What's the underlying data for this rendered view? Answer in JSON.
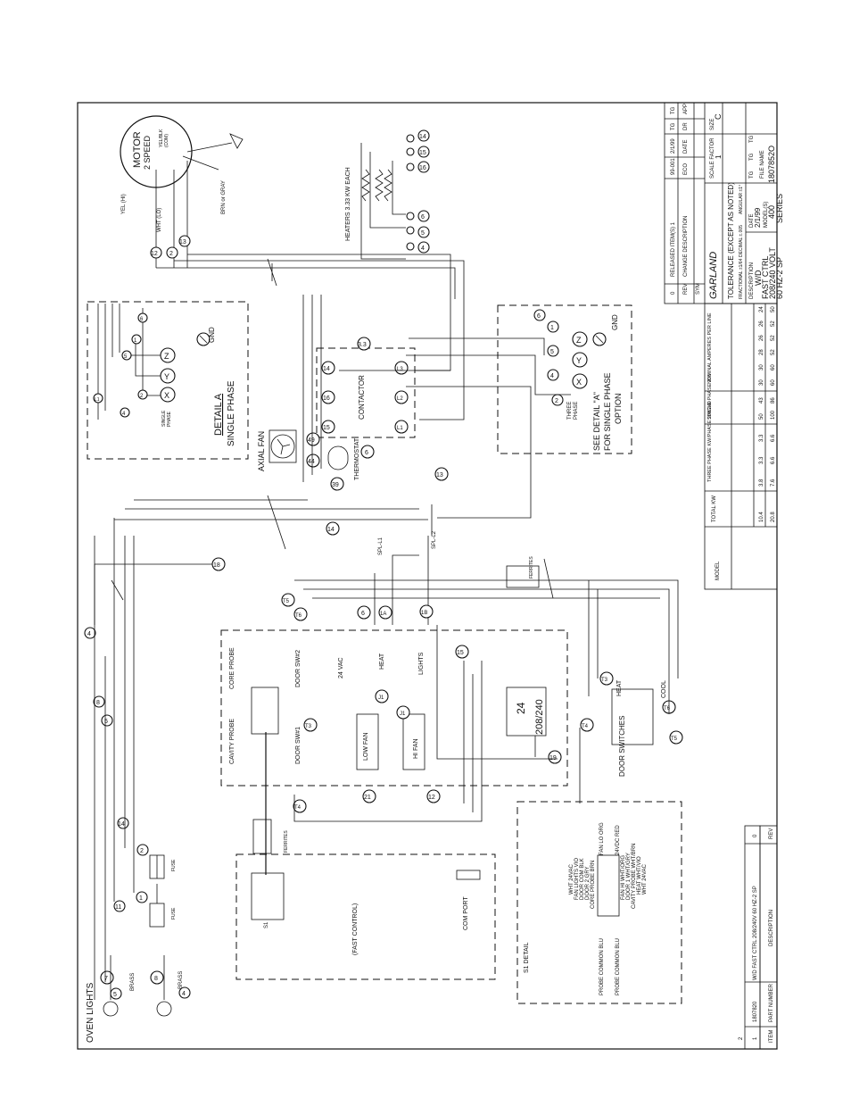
{
  "labels": {
    "motor": "MOTOR",
    "motor_speed": "2 SPEED",
    "yel_hi": "YEL (HI)",
    "wht_lo": "WHT (LO)",
    "yel_blk_com": "YEL/BLK",
    "com": "(COM)",
    "brn_gray": "BRN or GRAY",
    "heaters": "HEATERS 3.33 KW EACH",
    "detail_a": "DETAIL A",
    "single_phase": "SINGLE PHASE",
    "single": "SINGLE",
    "phase": "PHASE",
    "gnd": "GND",
    "axial_fan": "AXIAL FAN",
    "thermostat": "THERMOSTAT",
    "contactor": "CONTACTOR",
    "three": "THREE",
    "see_detail": "SEE DETAIL \"A\"",
    "for_single_phase": "FOR SINGLE PHASE",
    "option": "OPTION",
    "spl_l1": "SPL-L1",
    "spl_l2": "SPL-L2",
    "ferrites": "FERRITES",
    "core_probe": "CORE PROBE",
    "cavity_probe": "CAVITY PROBE",
    "door_sw2": "DOOR SW#2",
    "door_sw1": "DOOR SW#1",
    "vac24": "24 VAC",
    "heat": "HEAT",
    "lights": "LIGHTS",
    "low_fan": "LOW FAN",
    "hi_fan": "HI FAN",
    "transformer_top": "24",
    "transformer_bot": "208/240",
    "door_switches": "DOOR SWITCHES",
    "cool": "COOL",
    "heat2": "HEAT",
    "fast_control": "(FAST CONTROL)",
    "com_port": "COM PORT",
    "s1": "S1",
    "s1_detail": "S1 DETAIL",
    "oven_lights": "OVEN LIGHTS",
    "brass": "BRASS",
    "fuse": "FUSE"
  },
  "s1_pins": [
    "PROBE COMMON BLU",
    "CORE PROBE BRN",
    "DOOR 2 GRY",
    "DOOR COM BLK",
    "FAN LIGHTS VIO",
    "WHT 24VAC",
    "PROBE COMMON BLU",
    "CAVITY PROBE WHT/BRN",
    "DOOR 1 WHT/GRY",
    "FAN HI WHT/ORG",
    "HEAT WHT/VIO",
    "WHT 24VAC",
    "FAN LO ORG",
    "24VDC RED"
  ],
  "wire_numbers": [
    "12",
    "2",
    "13",
    "14",
    "15",
    "16",
    "4",
    "5",
    "6",
    "3.3",
    "L1",
    "L2",
    "L3",
    "1",
    "4",
    "5",
    "6",
    "2",
    "44",
    "49",
    "39",
    "6",
    "13",
    "14",
    "18",
    "T5",
    "T6",
    "6",
    "1A",
    "1B",
    "15",
    "J1",
    "J1",
    "T3",
    "T4",
    "21",
    "12",
    "19",
    "T3",
    "T4",
    "T6",
    "T5",
    "4",
    "8",
    "5",
    "14",
    "2",
    "11",
    "1",
    "7",
    "8",
    "4",
    "3",
    "2",
    "1",
    "4",
    "5",
    "6",
    "13",
    "16",
    "15",
    "14"
  ],
  "title_block": {
    "revisions": [
      {
        "rev": "0",
        "desc": "RELEASED ITEM(S) 1",
        "eco": "99-001",
        "date": "2/1/99",
        "dr": "TG",
        "app": "TG"
      },
      {
        "rev": "REV",
        "desc": "CHANGE DESCRIPTION",
        "eco": "ECO",
        "date": "DATE",
        "dr": "DR",
        "app": "APP"
      }
    ],
    "sym": "SYM",
    "company": "GARLAND",
    "tolerance": "TOLERANCE (EXCEPT AS NOTED)",
    "fractional": "FRACTIONAL ±1/64",
    "decimal": "DECIMAL ±.005",
    "angular": "ANGULAR ±1°",
    "scale_factor_label": "SCALE FACTOR",
    "scale_factor": "1",
    "size_label": "SIZE",
    "size": "C",
    "description_label": "DESCRIPTION",
    "description": [
      "W/D",
      "FAST CTRL",
      "208/240 VOLT",
      "60 HZ-2 SP"
    ],
    "date_label": "DATE",
    "date": "2/1/99",
    "dr_by": "TG",
    "dr_ck": "TG",
    "app": "TG",
    "model_label": "MODEL(S)",
    "model": [
      "400",
      "SERIES"
    ],
    "file_name_label": "FILE NAME",
    "file_name": "1807852O"
  },
  "amps_table": {
    "title": "NOMINAL AMPERES PER LINE",
    "headers": [
      "MODEL",
      "TOTAL KW",
      "THREE PHASE KW/PHASE 208/240",
      "SINGLE PHASE 208",
      "SINGLE PHASE 240",
      "THREE PHASE 208",
      "THREE PHASE 240"
    ],
    "sub": [
      "X-Y",
      "Y-Z",
      "X-Z",
      "208",
      "240",
      "X",
      "Y",
      "Z",
      "X",
      "Y",
      "Z"
    ],
    "rows": [
      [
        "",
        "10.4",
        "3.8",
        "3.3",
        "3.3",
        "50",
        "43",
        "30",
        "30",
        "28",
        "26",
        "26",
        "24"
      ],
      [
        "",
        "20.8",
        "7.6",
        "6.6",
        "6.6",
        "100",
        "86",
        "60",
        "60",
        "52",
        "52",
        "52",
        "50"
      ]
    ]
  },
  "parts_list": {
    "rows": [
      {
        "item": "1",
        "part": "1807820",
        "desc": "W/D FAST CTRL 208/240V 60 HZ-2 SP",
        "rev": "0"
      },
      {
        "item": "2",
        "part": "",
        "desc": "",
        "rev": ""
      }
    ],
    "headers": {
      "item": "ITEM",
      "part": "PART NUMBER",
      "desc": "DESCRIPTION",
      "rev": "REV"
    }
  }
}
